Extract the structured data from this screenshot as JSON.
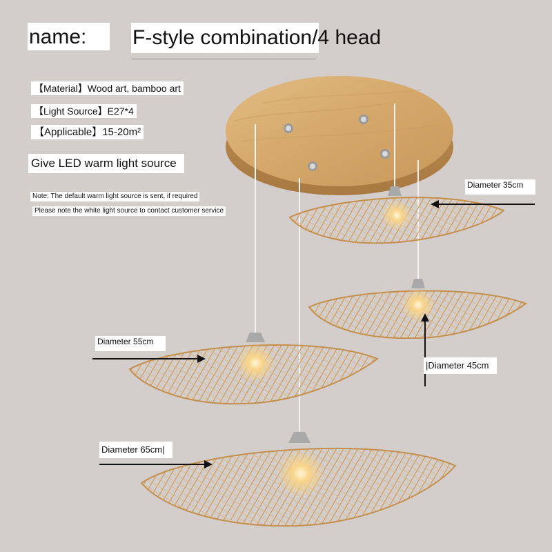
{
  "title": {
    "name_label": "name:",
    "product_name": "F-style combination/4 head"
  },
  "specs": {
    "material": "【Material】Wood art, bamboo art",
    "light_source": "【Light Source】E27*4",
    "applicable": "【Applicable】15-20m²"
  },
  "led_note": "Give LED warm light source",
  "notes": [
    "Note: The default warm light source is sent, if required",
    "Please note the white light source to contact customer service"
  ],
  "dimensions": {
    "d35": "Diameter 35cm",
    "d55": "Diameter 55cm",
    "d45": "|Diameter 45cm",
    "d65": "Diameter 65cm|"
  },
  "colors": {
    "background": "#d3cdcb",
    "wood": "#d6a86a",
    "bamboo": "#d9a766",
    "arrow": "#111111"
  }
}
